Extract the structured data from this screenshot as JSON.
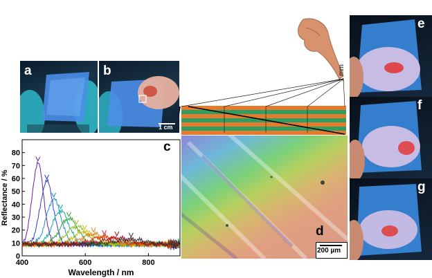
{
  "panels": {
    "a": {
      "label": "a"
    },
    "b": {
      "label": "b",
      "scale_bar": "1 cm"
    },
    "c": {
      "label": "c"
    },
    "d": {
      "label": "d",
      "scale_bar": "200 µm"
    },
    "e": {
      "label": "e"
    },
    "f": {
      "label": "f"
    },
    "g": {
      "label": "g"
    }
  },
  "schematic": {
    "thickness_label": "1 mm",
    "layer_colors": [
      "#e87a2e",
      "#2f9e63",
      "#e87a2e",
      "#2f9e63",
      "#e87a2e",
      "#2f9e63",
      "#e87a2e"
    ]
  },
  "chart_data": {
    "type": "line",
    "xlabel": "Wavelength / nm",
    "ylabel": "Reflectance / %",
    "xlim": [
      400,
      900
    ],
    "ylim": [
      0,
      90
    ],
    "xticks": [
      400,
      600,
      800
    ],
    "yticks": [
      0,
      10,
      20,
      30,
      40,
      50,
      60,
      70,
      80
    ],
    "baseline": 9,
    "series": [
      {
        "peak_nm": 450,
        "peak_pct": 72,
        "color": "#6a1ab0"
      },
      {
        "peak_nm": 478,
        "peak_pct": 58,
        "color": "#2a3cd8"
      },
      {
        "peak_nm": 500,
        "peak_pct": 44,
        "color": "#1f8fd0"
      },
      {
        "peak_nm": 522,
        "peak_pct": 35,
        "color": "#12a89a"
      },
      {
        "peak_nm": 548,
        "peak_pct": 29,
        "color": "#2aa830"
      },
      {
        "peak_nm": 572,
        "peak_pct": 23,
        "color": "#8fc020"
      },
      {
        "peak_nm": 598,
        "peak_pct": 19,
        "color": "#d8b810"
      },
      {
        "peak_nm": 626,
        "peak_pct": 17,
        "color": "#e88018"
      },
      {
        "peak_nm": 660,
        "peak_pct": 15,
        "color": "#d83018"
      },
      {
        "peak_nm": 700,
        "peak_pct": 14,
        "color": "#a01010"
      },
      {
        "peak_nm": 745,
        "peak_pct": 13,
        "color": "#303030"
      }
    ]
  }
}
